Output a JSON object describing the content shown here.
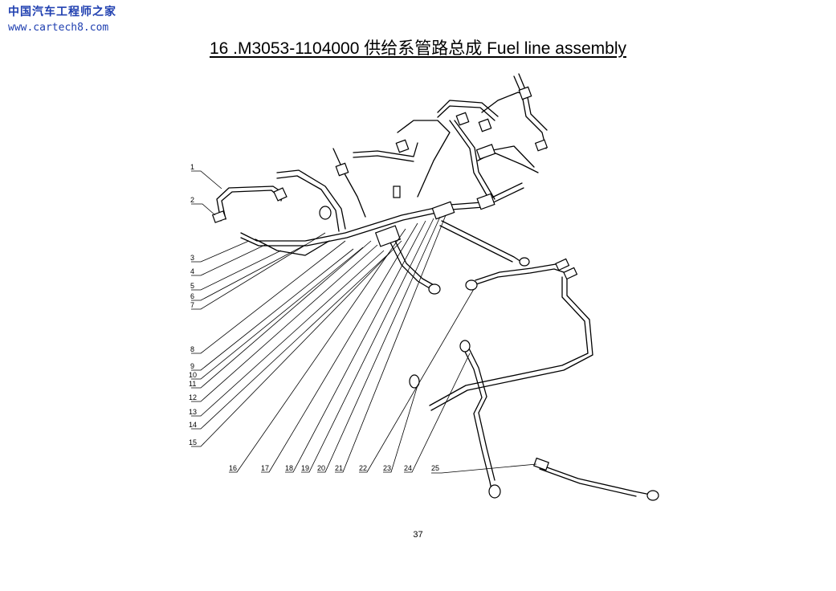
{
  "watermark": {
    "site_cn": "中国汽车工程师之家",
    "url": "www.cartech8.com"
  },
  "title": "16 .M3053-1104000  供给系管路总成 Fuel line assembly",
  "page_number": "37",
  "left_callouts": [
    "1",
    "2",
    "3",
    "4",
    "5",
    "6",
    "7",
    "8",
    "9",
    "10",
    "11",
    "12",
    "13",
    "14",
    "15"
  ],
  "bottom_callouts": [
    "16",
    "17",
    "18",
    "19",
    "20",
    "21",
    "22",
    "23",
    "24",
    "25"
  ]
}
